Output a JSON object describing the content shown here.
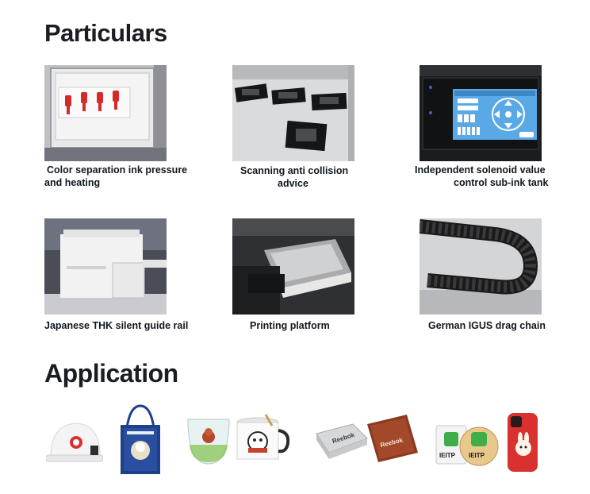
{
  "sections": {
    "particulars_title": "Particulars",
    "application_title": "Application"
  },
  "particulars": [
    {
      "caption_l1": "Color separation ink pressure",
      "caption_l2": "and heating",
      "icon": "ink-valve-panel"
    },
    {
      "caption_l1": "Scanning anti collision",
      "caption_l2": "advice",
      "icon": "scanning-sensors"
    },
    {
      "caption_l1": "Independent solenoid value",
      "caption_l2": "control sub-ink tank",
      "icon": "touch-control-panel"
    },
    {
      "caption_l1": "Japanese THK silent guide rail",
      "caption_l2": "",
      "icon": "printer-machine"
    },
    {
      "caption_l1": "Printing platform",
      "caption_l2": "",
      "icon": "printing-platform"
    },
    {
      "caption_l1": "German IGUS drag chain",
      "caption_l2": "",
      "icon": "drag-chain"
    }
  ],
  "application_labels": {
    "tin_brand": "Reebok",
    "wallet_brand": "Reebok",
    "badge_1": "IEITP",
    "badge_2": "IEITP"
  },
  "colors": {
    "valve_red": "#d42a2a",
    "panel_blue": "#5aa9e6",
    "bag_blue": "#1f3f8a",
    "phone_red": "#d8312f"
  }
}
